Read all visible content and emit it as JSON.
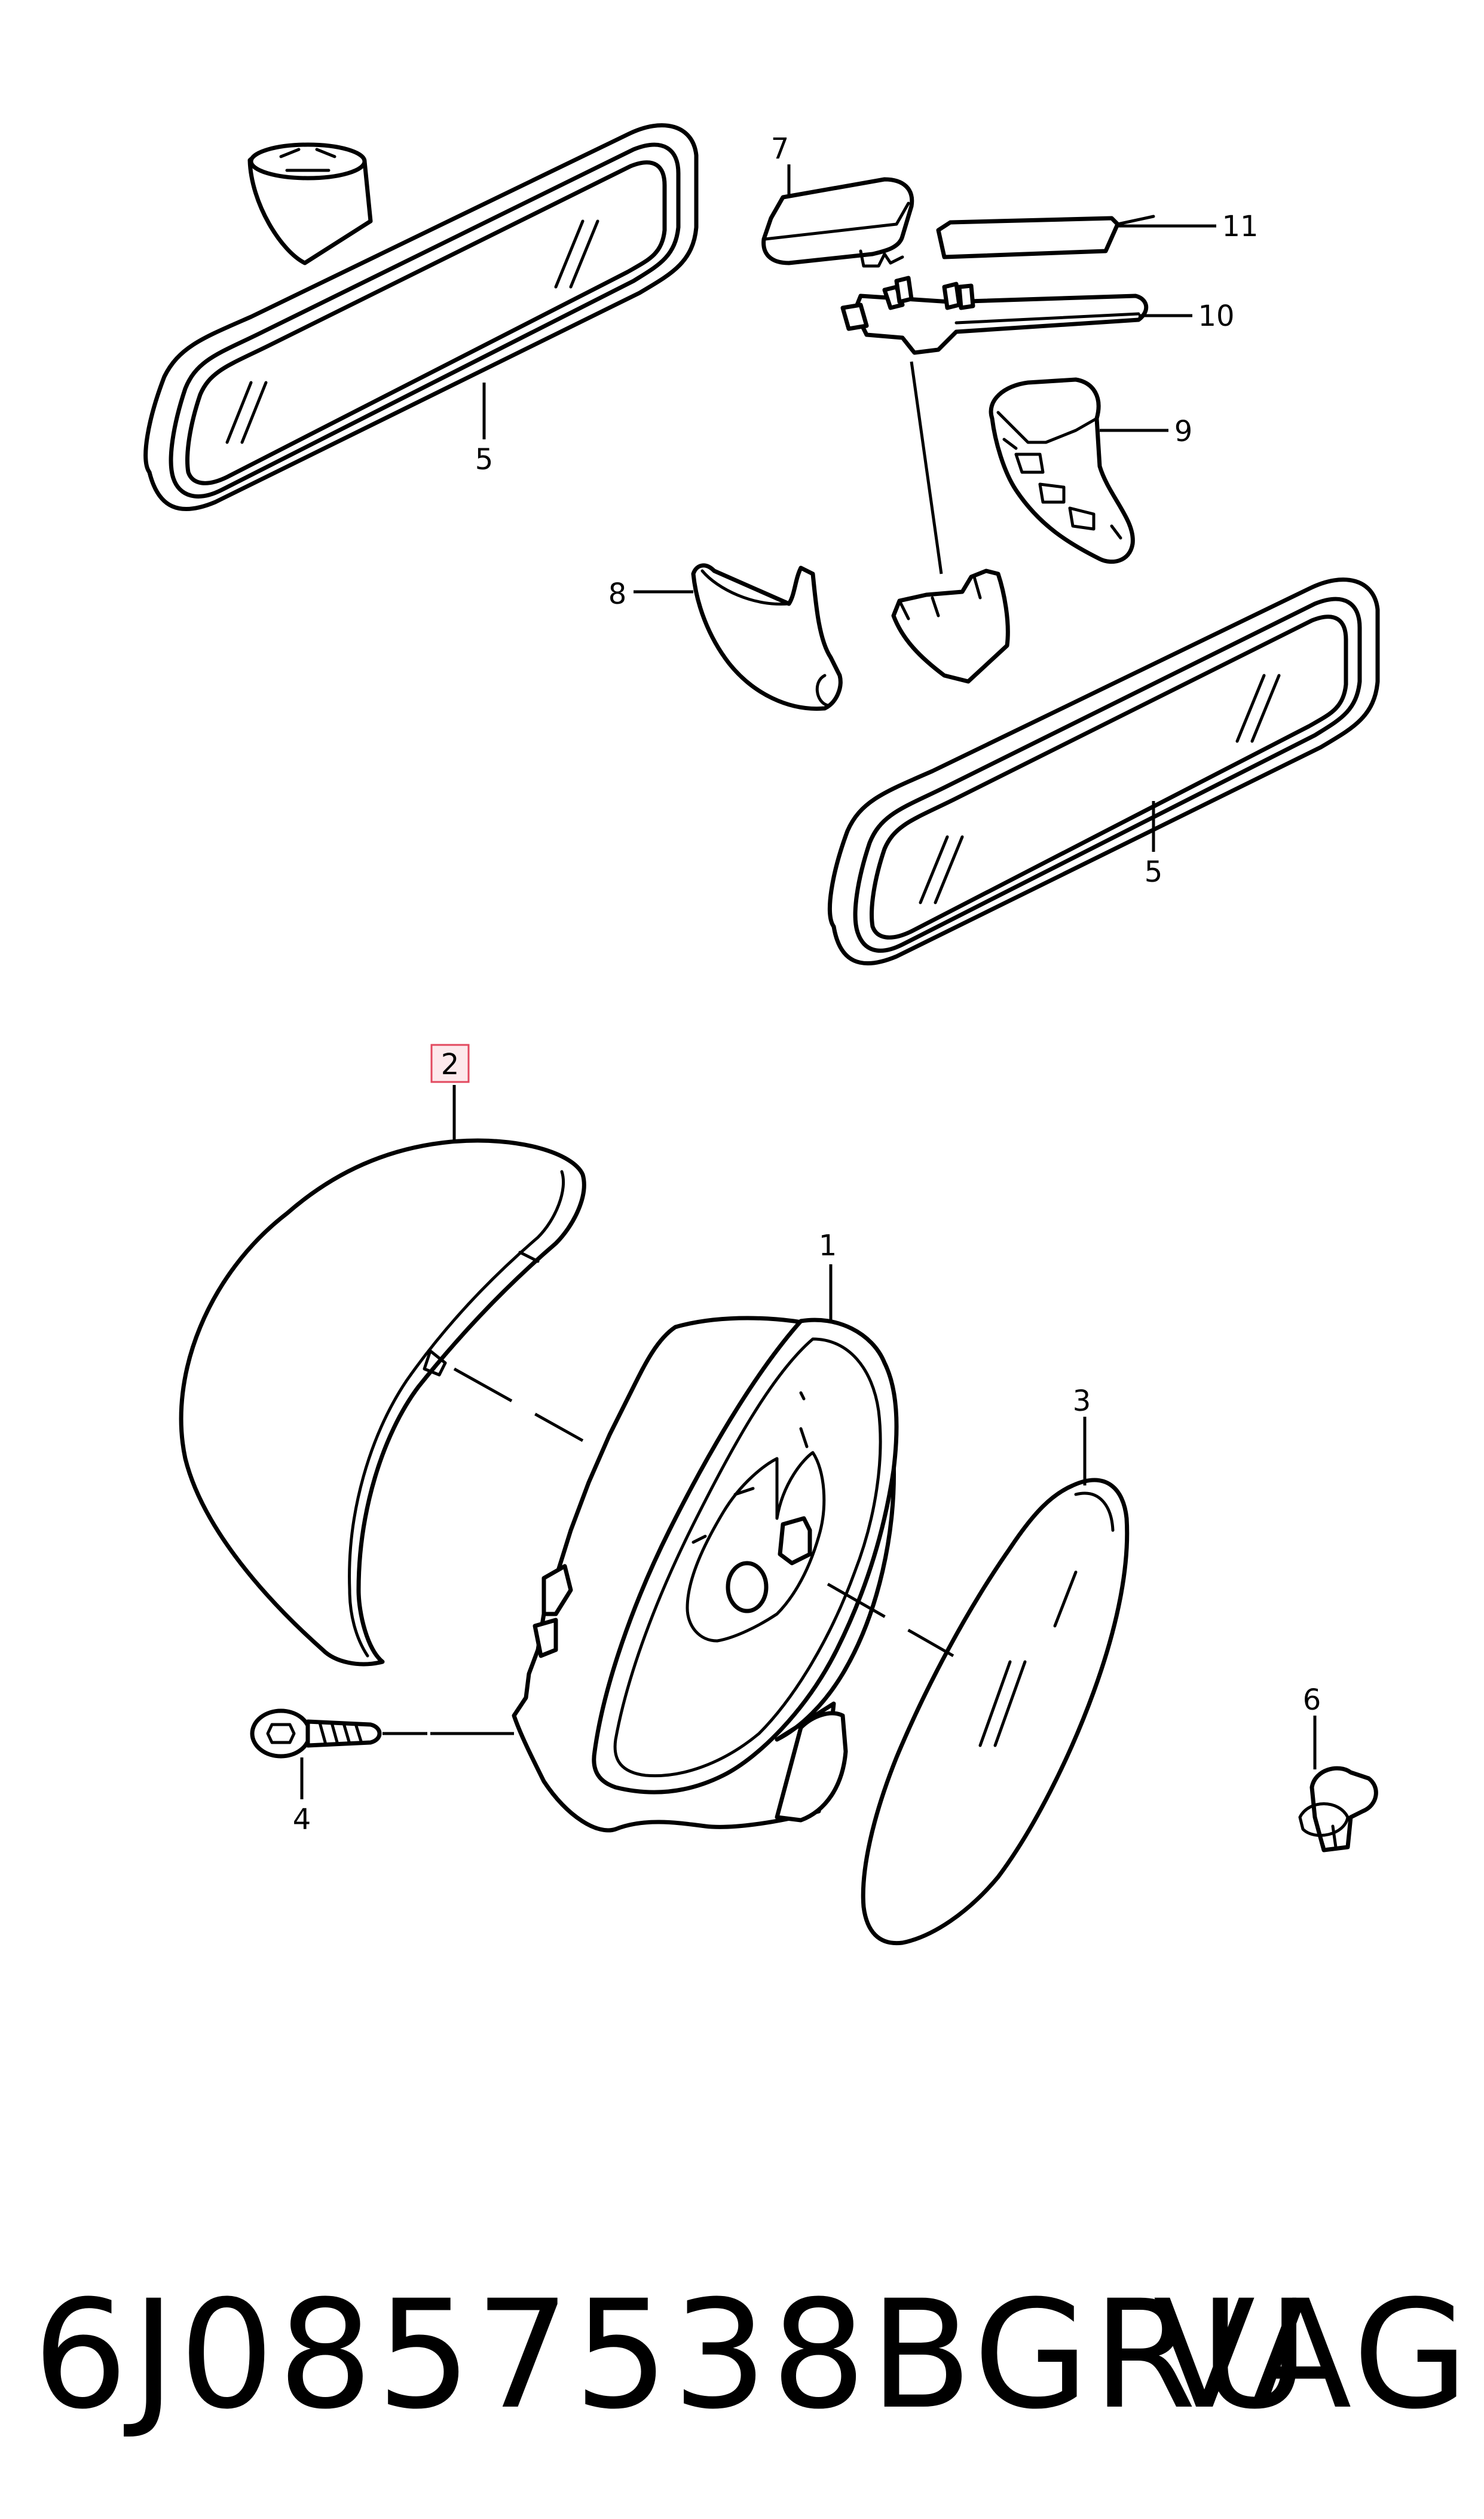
{
  "callouts": {
    "c1": "1",
    "c2": "2",
    "c3": "3",
    "c4": "4",
    "c5_top": "5",
    "c5_right": "5",
    "c6": "6",
    "c7": "7",
    "c8": "8",
    "c9": "9",
    "c10": "10",
    "c11": "11"
  },
  "highlighted_callout": "2",
  "colors": {
    "line": "#000000",
    "highlight_fill": "#fde9ec",
    "highlight_border": "#e2485e"
  },
  "footer": {
    "part_number": "6J0857538BGRU",
    "brand": "VAG"
  }
}
